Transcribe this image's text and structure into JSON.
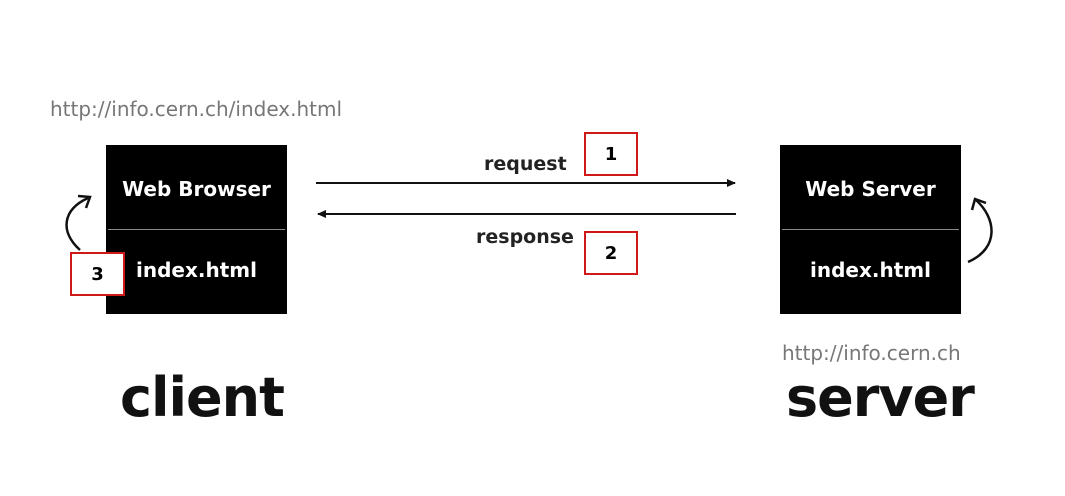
{
  "client": {
    "url": "http://info.cern.ch/index.html",
    "box_title": "Web Browser",
    "box_file": "index.html",
    "label": "client"
  },
  "server": {
    "url": "http://info.cern.ch",
    "box_title": "Web Server",
    "box_file": "index.html",
    "label": "server"
  },
  "arrows": {
    "request_label": "request",
    "response_label": "response"
  },
  "markers": {
    "one": "1",
    "two": "2",
    "three": "3"
  },
  "colors": {
    "box": "#000000",
    "marker_border": "#d01818",
    "url_text": "#777777"
  }
}
